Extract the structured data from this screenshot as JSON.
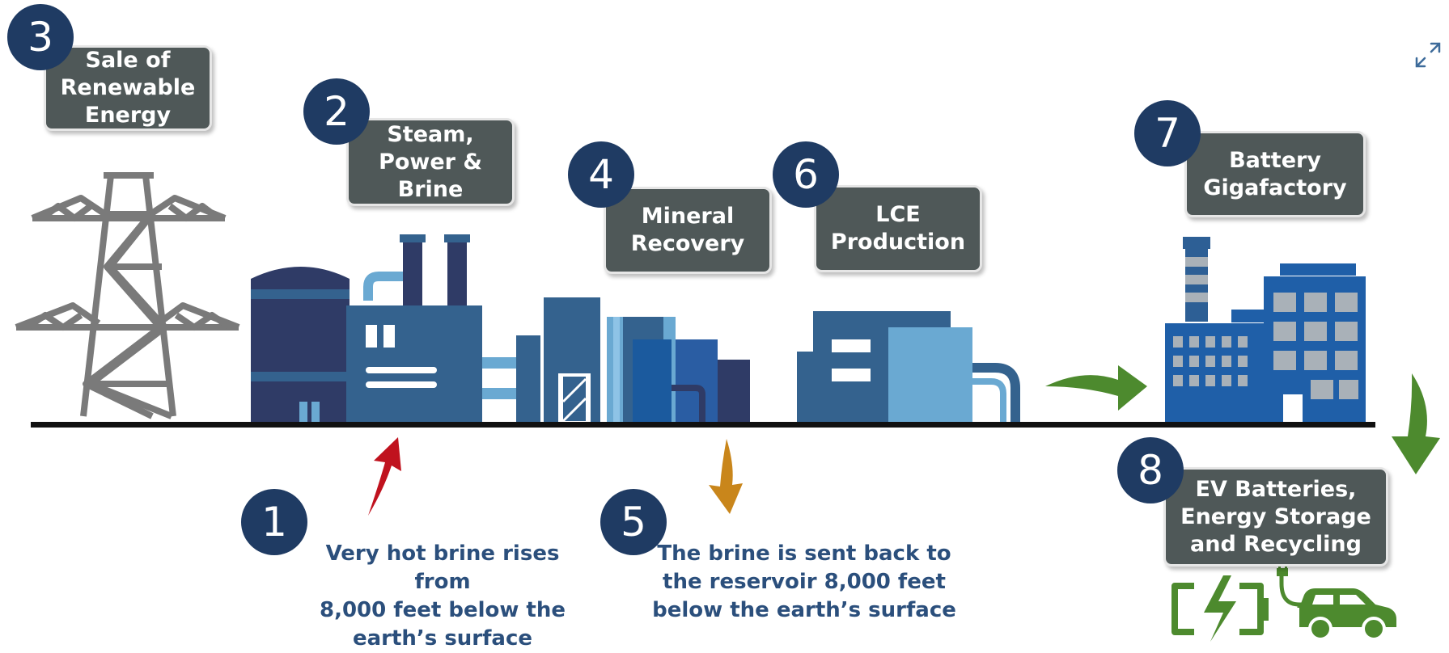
{
  "steps": [
    {
      "num": "1",
      "label": "Very hot brine rises from\n8,000 feet below the\nearth’s surface"
    },
    {
      "num": "2",
      "label": "Steam,\nPower &\nBrine"
    },
    {
      "num": "3",
      "label": "Sale of\nRenewable\nEnergy"
    },
    {
      "num": "4",
      "label": "Mineral\nRecovery"
    },
    {
      "num": "5",
      "label": "The brine is sent back to\nthe reservoir 8,000 feet\nbelow the earth’s surface"
    },
    {
      "num": "6",
      "label": "LCE\nProduction"
    },
    {
      "num": "7",
      "label": "Battery\nGigafactory"
    },
    {
      "num": "8",
      "label": "EV Batteries,\nEnergy Storage\nand Recycling"
    }
  ],
  "colors": {
    "badge": "#1f3b63",
    "label_box": "#4f5858",
    "description_text": "#2b4f7c",
    "arrow_up": "#c0121e",
    "arrow_down": "#c9861b",
    "arrow_flow": "#4d8a2e",
    "building_dark": "#2f3b66",
    "building_mid": "#34628e",
    "building_light": "#6aa9d2",
    "tower": "#7a7a7a",
    "ground": "#111111"
  },
  "icons": [
    "transmission-tower-icon",
    "power-plant-icon",
    "mineral-plant-icon",
    "lce-plant-icon",
    "gigafactory-icon",
    "battery-charging-icon",
    "electric-car-icon",
    "expand-icon"
  ]
}
